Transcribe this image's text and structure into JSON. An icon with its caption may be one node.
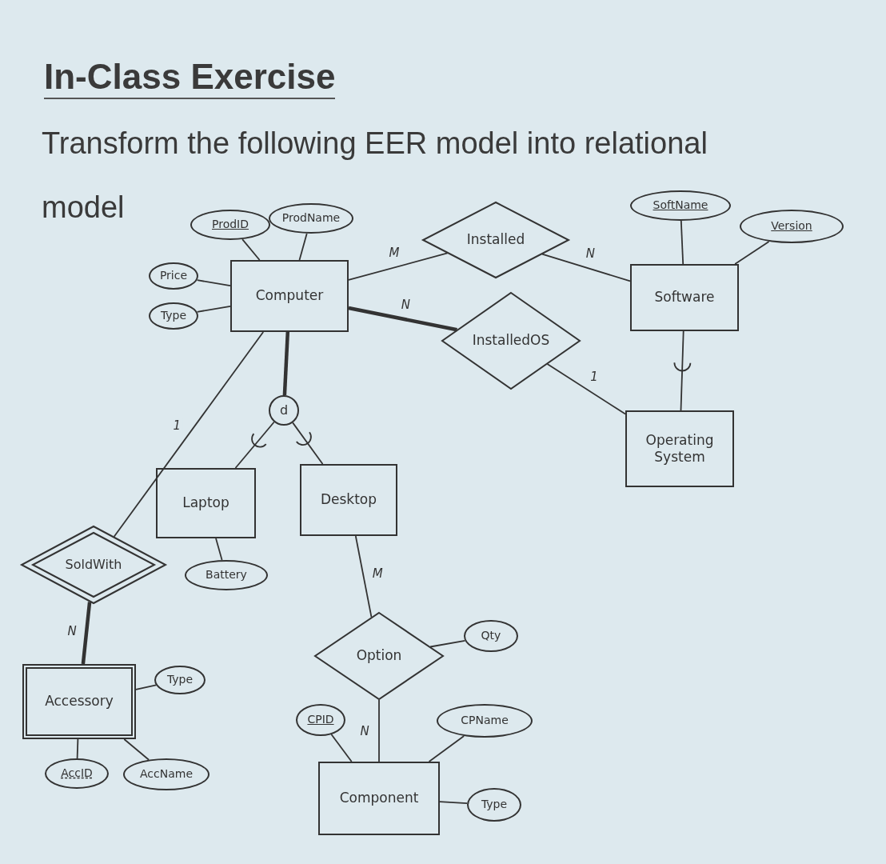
{
  "diagram": {
    "title": "In-Class Exercise",
    "nodes": [
      {
        "text": [
          "ProdID"
        ]
      },
      {
        "text": [
          "ProdName"
        ]
      },
      {
        "text": [
          "Price"
        ]
      },
      {
        "text": [
          "Type"
        ]
      },
      {
        "text": [
          "Computer"
        ]
      },
      {
        "text": [
          "Installed"
        ]
      },
      {
        "text": [
          "SoftName"
        ]
      },
      {
        "text": [
          "Version"
        ]
      },
      {
        "text": [
          "Software"
        ]
      },
      {
        "text": [
          "InstalledOS"
        ]
      },
      {
        "text": [
          "d"
        ]
      },
      {
        "text": [
          "Operating System"
        ]
      },
      {
        "text": [
          "Laptop"
        ]
      },
      {
        "text": [
          "Desktop"
        ]
      },
      {
        "text": [
          "SoldWith"
        ]
      },
      {
        "text": [
          "Battery"
        ]
      },
      {
        "text": [
          "Option"
        ]
      },
      {
        "text": [
          "Qty"
        ]
      },
      {
        "text": [
          "Accessory"
        ]
      },
      {
        "text": [
          "Type"
        ]
      },
      {
        "text": [
          "CPID"
        ]
      },
      {
        "text": [
          "CPName"
        ]
      },
      {
        "text": [
          "AccID"
        ]
      },
      {
        "text": [
          "AccName"
        ]
      },
      {
        "text": [
          "Component"
        ]
      },
      {
        "text": [
          "Type"
        ]
      }
    ],
    "edges": [
      {
        "from": 0,
        "to": 4,
        "arrow": "none"
      },
      {
        "from": 1,
        "to": 4,
        "arrow": "none"
      },
      {
        "from": 2,
        "to": 4,
        "arrow": "none"
      },
      {
        "from": 3,
        "to": 4,
        "arrow": "none"
      },
      {
        "from": 4,
        "to": 5,
        "arrow": "none",
        "label": "M"
      },
      {
        "from": 5,
        "to": 8,
        "arrow": "none",
        "label": "N"
      },
      {
        "from": 6,
        "to": 8,
        "arrow": "none"
      },
      {
        "from": 7,
        "to": 8,
        "arrow": "none"
      },
      {
        "from": 4,
        "to": 9,
        "arrow": "none",
        "label": "N",
        "style": "thick"
      },
      {
        "from": 9,
        "to": 11,
        "arrow": "none",
        "label": "1"
      },
      {
        "from": 8,
        "to": 11,
        "arrow": "none"
      },
      {
        "from": 4,
        "to": 10,
        "arrow": "none",
        "style": "thick"
      },
      {
        "from": 10,
        "to": 12,
        "arrow": "none"
      },
      {
        "from": 10,
        "to": 13,
        "arrow": "none"
      },
      {
        "from": 4,
        "to": 14,
        "arrow": "none",
        "label": "1"
      },
      {
        "from": 12,
        "to": 15,
        "arrow": "none"
      },
      {
        "from": 13,
        "to": 16,
        "arrow": "none",
        "label": "M"
      },
      {
        "from": 16,
        "to": 17,
        "arrow": "none"
      },
      {
        "from": 14,
        "to": 18,
        "arrow": "none",
        "label": "N",
        "style": "thick"
      },
      {
        "from": 18,
        "to": 19,
        "arrow": "none"
      },
      {
        "from": 16,
        "to": 24,
        "arrow": "none",
        "label": "N"
      },
      {
        "from": 20,
        "to": 24,
        "arrow": "none"
      },
      {
        "from": 21,
        "to": 24,
        "arrow": "none"
      },
      {
        "from": 24,
        "to": 25,
        "arrow": "none"
      },
      {
        "from": 18,
        "to": 22,
        "arrow": "none"
      },
      {
        "from": 18,
        "to": 23,
        "arrow": "none"
      }
    ],
    "labels": [
      "Transform the following EER model into relational model"
    ]
  }
}
